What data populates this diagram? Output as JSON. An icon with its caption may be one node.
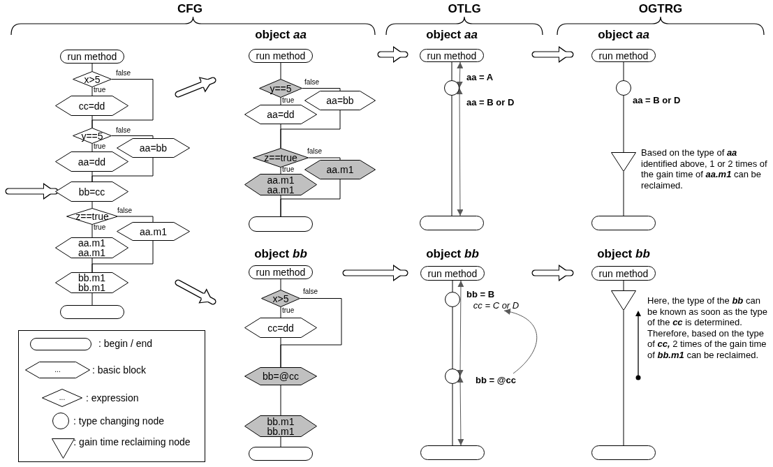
{
  "diagram": {
    "nodes": [
      {
        "text": [
          "CFG"
        ]
      },
      {
        "text": [
          "run method"
        ],
        "in": 0
      },
      {
        "text": [
          "x>5"
        ],
        "in": 0
      },
      {
        "text": [
          "cc=dd"
        ],
        "in": 0
      },
      {
        "text": [
          "y==5"
        ],
        "in": 0
      },
      {
        "text": [
          "aa=bb"
        ],
        "in": 0
      },
      {
        "text": [
          "aa=dd"
        ],
        "in": 0
      },
      {
        "text": [
          "bb=cc"
        ],
        "in": 0
      },
      {
        "text": [
          "z==true"
        ],
        "in": 0
      },
      {
        "text": [
          "aa.m1"
        ],
        "in": 0
      },
      {
        "text": [
          "aa.m1 aa.m1"
        ],
        "in": 0
      },
      {
        "text": [
          "bb.m1 bb.m1"
        ],
        "in": 0
      },
      {
        "text": [],
        "shape": "box",
        "in": 0
      },
      {
        "text": [
          "object *aa*"
        ],
        "in": 0
      },
      {
        "text": [
          "run method"
        ],
        "in": 13
      },
      {
        "text": [
          "y==5"
        ],
        "in": 13
      },
      {
        "text": [
          "aa=bb"
        ],
        "in": 13
      },
      {
        "text": [
          "aa=dd"
        ],
        "in": 13
      },
      {
        "text": [
          "z==true"
        ],
        "in": 13
      },
      {
        "text": [
          "aa.m1"
        ],
        "in": 13
      },
      {
        "text": [
          "aa.m1 aa.m1"
        ],
        "in": 13
      },
      {
        "text": [],
        "shape": "box",
        "in": 13
      },
      {
        "text": [
          "object *bb*"
        ],
        "in": 0
      },
      {
        "text": [
          "run method"
        ],
        "in": 22
      },
      {
        "text": [
          "x>5"
        ],
        "in": 22
      },
      {
        "text": [
          "cc=dd"
        ],
        "in": 22
      },
      {
        "text": [
          "bb=@cc"
        ],
        "in": 22
      },
      {
        "text": [
          "bb.m1 bb.m1"
        ],
        "in": 22
      },
      {
        "text": [],
        "shape": "box",
        "in": 22
      },
      {
        "text": [
          "OTLG"
        ]
      },
      {
        "text": [
          "object *aa*"
        ],
        "in": 29
      },
      {
        "text": [
          "run method"
        ],
        "in": 30
      },
      {
        "text": [],
        "shape": "circle",
        "in": 30
      },
      {
        "text": [],
        "shape": "box",
        "in": 30
      },
      {
        "text": [
          "object *bb*"
        ],
        "in": 29
      },
      {
        "text": [
          "run method"
        ],
        "in": 34
      },
      {
        "text": [],
        "shape": "circle",
        "in": 34
      },
      {
        "text": [
          "cc = C or D"
        ],
        "in": 34
      },
      {
        "text": [],
        "shape": "circle",
        "in": 34
      },
      {
        "text": [
          "bb = @cc"
        ],
        "in": 34
      },
      {
        "text": [],
        "shape": "box",
        "in": 34
      },
      {
        "text": [
          "OGTRG"
        ]
      },
      {
        "text": [
          "object *aa*"
        ],
        "in": 41
      },
      {
        "text": [
          "run method"
        ],
        "in": 42
      },
      {
        "text": [],
        "shape": "circle",
        "in": 42
      },
      {
        "text": [],
        "shape": "triangle",
        "in": 42,
        "beside": [
          "Based on the type of **aa** identified above, 1 or 2 times of the gain time of **aa.m1** can be reclaimed."
        ]
      },
      {
        "text": [],
        "shape": "box",
        "in": 42
      },
      {
        "text": [
          "object *bb*"
        ],
        "in": 41
      },
      {
        "text": [
          "run method"
        ],
        "in": 47
      },
      {
        "text": [],
        "shape": "triangle",
        "in": 47,
        "beside": [
          "Here, the type of the **bb** can be known as soon as the type of the **cc** is determined. Therefore, based on the type of **cc,** 2 times of the gain time of **bb.m1** can be reclaimed."
        ]
      },
      {
        "text": [],
        "shape": "box",
        "in": 47
      }
    ],
    "edges": [
      {
        "from": null,
        "to": 7,
        "arrow": "to",
        "style": "thick"
      },
      {
        "from": null,
        "to": 13,
        "arrow": "to",
        "style": "thick"
      },
      {
        "from": null,
        "to": 22,
        "arrow": "to",
        "style": "thick"
      },
      {
        "from": 13,
        "to": 30,
        "arrow": "to",
        "style": "thick"
      },
      {
        "from": 22,
        "to": 34,
        "arrow": "to",
        "style": "thick"
      },
      {
        "from": 30,
        "to": 42,
        "arrow": "to",
        "style": "thick"
      },
      {
        "from": 34,
        "to": 47,
        "arrow": "to",
        "style": "thick"
      },
      {
        "from": 1,
        "to": 2,
        "arrow": "none"
      },
      {
        "from": 2,
        "to": 3,
        "arrow": "none",
        "label": "true"
      },
      {
        "from": 2,
        "to": 4,
        "arrow": "none",
        "label": "false"
      },
      {
        "from": 3,
        "to": 4,
        "arrow": "none"
      },
      {
        "from": 4,
        "to": 6,
        "arrow": "none",
        "label": "true"
      },
      {
        "from": 4,
        "to": 5,
        "arrow": "none",
        "label": "false"
      },
      {
        "from": 5,
        "to": 7,
        "arrow": "none"
      },
      {
        "from": 6,
        "to": 7,
        "arrow": "none"
      },
      {
        "from": 7,
        "to": 8,
        "arrow": "none"
      },
      {
        "from": 8,
        "to": 10,
        "arrow": "none",
        "label": "true"
      },
      {
        "from": 8,
        "to": 9,
        "arrow": "none",
        "label": "false"
      },
      {
        "from": 9,
        "to": 11,
        "arrow": "none"
      },
      {
        "from": 10,
        "to": 11,
        "arrow": "none"
      },
      {
        "from": 11,
        "to": 12,
        "arrow": "none"
      },
      {
        "from": 14,
        "to": 15,
        "arrow": "none"
      },
      {
        "from": 15,
        "to": 17,
        "arrow": "none",
        "label": "true"
      },
      {
        "from": 15,
        "to": 16,
        "arrow": "none",
        "label": "false"
      },
      {
        "from": 16,
        "to": 18,
        "arrow": "none"
      },
      {
        "from": 17,
        "to": 18,
        "arrow": "none"
      },
      {
        "from": 18,
        "to": 20,
        "arrow": "none",
        "label": "true"
      },
      {
        "from": 18,
        "to": 19,
        "arrow": "none",
        "label": "false"
      },
      {
        "from": 19,
        "to": 21,
        "arrow": "none"
      },
      {
        "from": 20,
        "to": 21,
        "arrow": "none"
      },
      {
        "from": 23,
        "to": 24,
        "arrow": "none"
      },
      {
        "from": 24,
        "to": 25,
        "arrow": "none",
        "label": "true"
      },
      {
        "from": 24,
        "to": 26,
        "arrow": "none",
        "label": "false"
      },
      {
        "from": 25,
        "to": 26,
        "arrow": "none"
      },
      {
        "from": 26,
        "to": 27,
        "arrow": "none"
      },
      {
        "from": 27,
        "to": 28,
        "arrow": "none"
      },
      {
        "from": 31,
        "to": 32,
        "arrow": "none"
      },
      {
        "from": 32,
        "to": 33,
        "arrow": "none"
      },
      {
        "from": 31,
        "to": 32,
        "arrow": "both",
        "label": "aa = A",
        "color": "#595959"
      },
      {
        "from": 32,
        "to": 33,
        "arrow": "both",
        "label": "aa = B or D",
        "color": "#595959"
      },
      {
        "from": 35,
        "to": 36,
        "arrow": "none"
      },
      {
        "from": 36,
        "to": 38,
        "arrow": "none"
      },
      {
        "from": 38,
        "to": 40,
        "arrow": "none"
      },
      {
        "from": 35,
        "to": 38,
        "arrow": "both",
        "label": "bb = B",
        "color": "#595959"
      },
      {
        "from": 38,
        "to": 40,
        "arrow": "both",
        "color": "#595959"
      },
      {
        "from": 39,
        "to": 37,
        "arrow": "to",
        "color": "#595959"
      },
      {
        "from": 43,
        "to": 44,
        "arrow": "none"
      },
      {
        "from": 44,
        "to": 45,
        "arrow": "none",
        "label": "aa = B or D"
      },
      {
        "from": 45,
        "to": 46,
        "arrow": "none"
      },
      {
        "from": 48,
        "to": 49,
        "arrow": "none"
      },
      {
        "from": 49,
        "to": 50,
        "arrow": "none"
      }
    ],
    "labels": [
      "...",
      "..."
    ],
    "legend": [
      {
        "text": ": begin / end"
      },
      {
        "text": ": basic block"
      },
      {
        "text": ": expression"
      },
      {
        "text": ": type changing node"
      },
      {
        "text": ": gain time reclaiming node"
      }
    ]
  }
}
